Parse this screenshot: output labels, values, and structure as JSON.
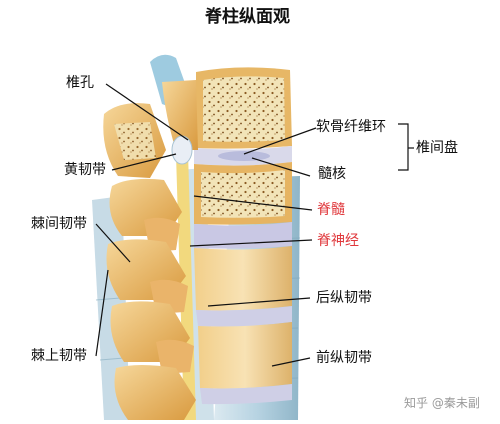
{
  "title": "脊柱纵面观",
  "labels": {
    "vertebral_foramen": "椎孔",
    "ligamentum_flavum": "黄韧带",
    "interspinous_ligament": "棘间韧带",
    "supraspinous_ligament": "棘上韧带",
    "annulus_fibrosus": "软骨纤维环",
    "nucleus_pulposus": "髓核",
    "intervertebral_disc": "椎间盘",
    "spinal_cord": "脊髓",
    "spinal_nerve": "脊神经",
    "posterior_longitudinal_ligament": "后纵韧带",
    "anterior_longitudinal_ligament": "前纵韧带"
  },
  "watermark": "知乎 @秦未副",
  "colors": {
    "highlight_label": "#e0383c",
    "bone": "#e9b25a",
    "bone_light": "#f6deaa",
    "cancellous": "#efe2b4",
    "ligament": "#c6dde8",
    "disc": "#c7c8e0",
    "spinal_cord": "#f1d57a"
  }
}
